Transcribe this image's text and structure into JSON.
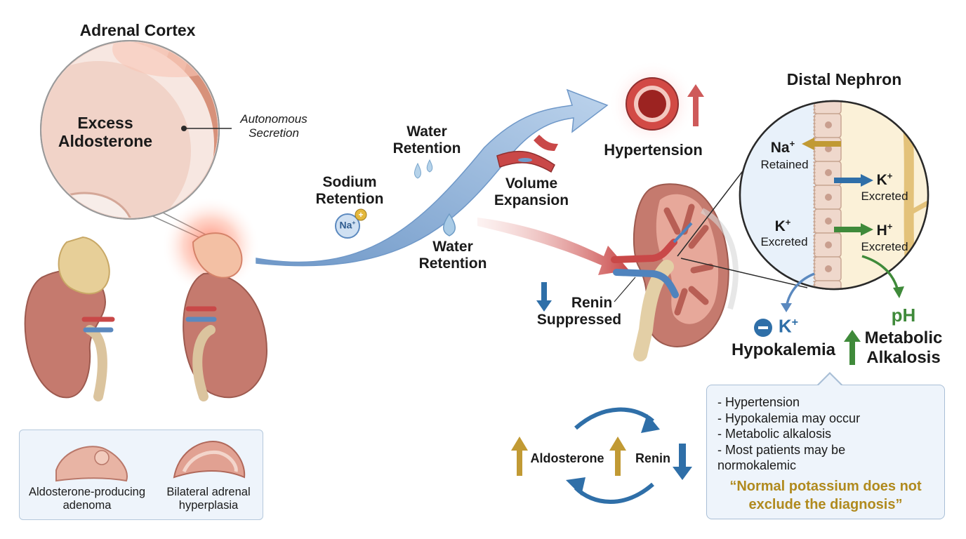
{
  "adrenal": {
    "title": "Adrenal Cortex",
    "excess_line1": "Excess",
    "excess_line2": "Aldosterone",
    "autonomous_line1": "Autonomous",
    "autonomous_line2": "Secretion"
  },
  "flow": {
    "sodium_line1": "Sodium",
    "sodium_line2": "Retention",
    "na_symbol": "Na",
    "water_top_line1": "Water",
    "water_top_line2": "Retention",
    "water_bottom_line1": "Water",
    "water_bottom_line2": "Retention",
    "volume_line1": "Volume",
    "volume_line2": "Expansion",
    "hypertension": "Hypertension",
    "renin_line1": "Renin",
    "renin_line2": "Suppressed"
  },
  "nephron": {
    "title": "Distal Nephron",
    "na": "Na",
    "na_state": "Retained",
    "k_right": "K",
    "k_right_state": "Excreted",
    "k_left": "K",
    "k_left_state": "Excreted",
    "h": "H",
    "h_state": "Excreted"
  },
  "outcomes": {
    "k_symbol": "K",
    "hypokalemia": "Hypokalemia",
    "ph": "pH",
    "alkalosis_line1": "Metabolic",
    "alkalosis_line2": "Alkalosis"
  },
  "cycle": {
    "aldosterone": "Aldosterone",
    "renin": "Renin"
  },
  "notes": {
    "items": [
      "- Hypertension",
      "- Hypokalemia may occur",
      "- Metabolic alkalosis",
      "- Most patients may be",
      "normokalemic"
    ],
    "quote_line1": "“Normal potassium does not",
    "quote_line2": "exclude the diagnosis”"
  },
  "legend": {
    "adenoma_line1": "Aldosterone-producing",
    "adenoma_line2": "adenoma",
    "hyperplasia_line1": "Bilateral adrenal",
    "hyperplasia_line2": "hyperplasia"
  },
  "colors": {
    "blue_arrow": "#a9c3e0",
    "red_arrow": "#c9474a",
    "gold": "#b08a1e",
    "green": "#3f8a3a",
    "blue": "#2f6fa8"
  }
}
